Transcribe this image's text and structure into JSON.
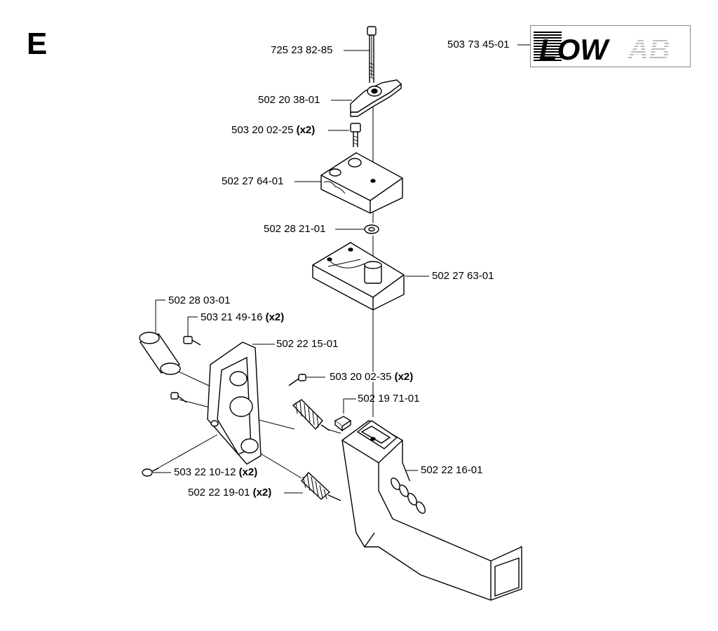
{
  "section": "E",
  "logo": {
    "text": "LOWAB"
  },
  "parts": {
    "bolt_long": "725 23 82-85",
    "logo_label": "503 73 45-01",
    "wing_nut": "502 20 38-01",
    "screw_top": "503 20 02-25",
    "screw_top_qty": "(x2)",
    "clamp_upper": "502 27 64-01",
    "washer": "502 28 21-01",
    "clamp_lower": "502 27 63-01",
    "sleeve": "502 28 03-01",
    "screw_frame": "503 21 49-16",
    "screw_frame_qty": "(x2)",
    "frame": "502 22 15-01",
    "screw_mid": "503 20 02-35",
    "screw_mid_qty": "(x2)",
    "nut_square": "502 19 71-01",
    "handle": "502 22 16-01",
    "screw_bottom": "503 22 10-12",
    "screw_bottom_qty": "(x2)",
    "spring": "502 22 19-01",
    "spring_qty": "(x2)"
  }
}
